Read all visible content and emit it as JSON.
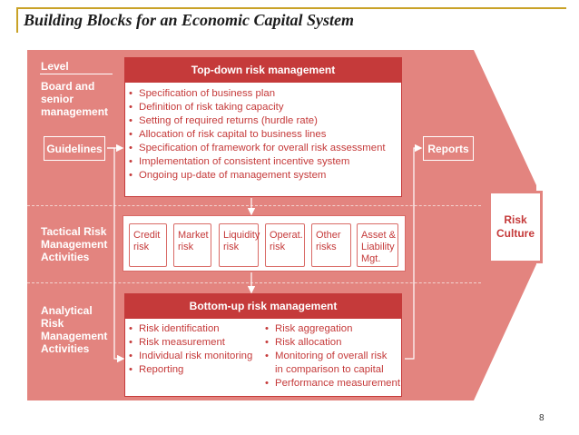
{
  "slide": {
    "title": "Building Blocks for an Economic Capital System",
    "page_number": "8"
  },
  "labels": {
    "level": "Level",
    "board": [
      "Board and",
      "senior",
      "management"
    ],
    "tactical": [
      "Tactical Risk",
      "Management",
      "Activities"
    ],
    "analytical": [
      "Analytical",
      "Risk",
      "Management",
      "Activities"
    ],
    "guidelines": "Guidelines",
    "reports": "Reports",
    "risk_culture": [
      "Risk",
      "Culture"
    ]
  },
  "top_down": {
    "title": "Top-down risk management",
    "items": [
      "Specification of business plan",
      "Definition of risk taking capacity",
      "Setting of required returns (hurdle rate)",
      "Allocation of risk capital to business lines",
      "Specification of framework for overall risk assessment",
      "Implementation of consistent incentive system",
      "Ongoing up-date of management system"
    ]
  },
  "tactical_tiles": [
    [
      "Credit",
      "risk"
    ],
    [
      "Market",
      "risk"
    ],
    [
      "Liquidity",
      "risk"
    ],
    [
      "Operat.",
      "risk"
    ],
    [
      "Other",
      "risks"
    ],
    [
      "Asset &",
      "Liability",
      "Mgt."
    ]
  ],
  "bottom_up": {
    "title": "Bottom-up risk management",
    "left_items": [
      "Risk identification",
      "Risk measurement",
      "Individual risk monitoring",
      "Reporting"
    ],
    "right_items": [
      "Risk aggregation",
      "Risk allocation",
      "Monitoring of overall risk",
      "in comparison to capital",
      "Performance measurement"
    ]
  },
  "colors": {
    "background_salmon": "#e3847f",
    "panel_red": "#c53a3a",
    "dash_light": "#f3d3cf",
    "gold_rule": "#c9a227"
  }
}
